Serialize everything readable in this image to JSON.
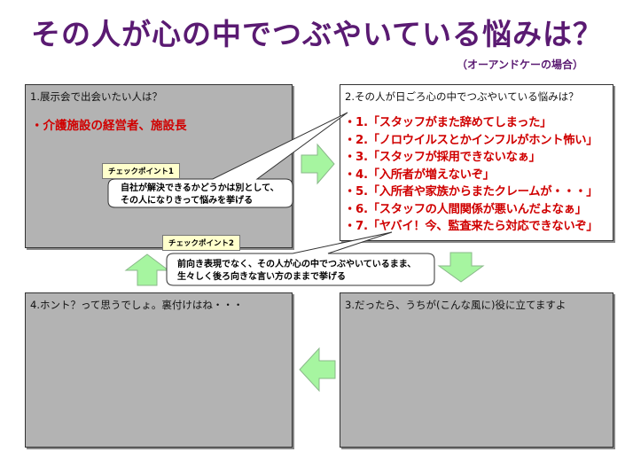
{
  "title": "その人が心の中でつぶやいている悩みは？",
  "subtitle": "（オーアンドケーの場合）",
  "box1": {
    "heading": "1.展示会で出会いたい人は？",
    "item": "・介護施設の経営者、施設長"
  },
  "box2": {
    "heading": "2.その人が日ごろ心の中でつぶやいている悩みは？",
    "items": [
      "・1.「スタッフがまた辞めてしまった」",
      "・2.「ノロウイルスとかインフルがホント怖い」",
      "・3.「スタッフが採用できないなぁ」",
      "・4.「入所者が増えないぞ」",
      "・5.「入所者や家族からまたクレームが・・・」",
      "・6.「スタッフの人間関係が悪いんだよなぁ」",
      "・7.「ヤバイ！今、監査来たら対応できないぞ」"
    ]
  },
  "box3": {
    "heading": "3.だったら、うちが(こんな風に)役に立てますよ"
  },
  "box4": {
    "heading": "4.ホント？って思うでしょ。裏付けはね・・・"
  },
  "checkpoint1": {
    "tag": "チェックポイント1",
    "line1": "自社が解決できるかどうかは別として、",
    "line2": "その人になりきって悩みを挙げる"
  },
  "checkpoint2": {
    "tag": "チェックポイント2",
    "line1": "前向き表現でなく、その人が心の中でつぶやいているまま、",
    "line2": "生々しく後ろ向きな言い方のままで挙げる"
  },
  "colors": {
    "title": "#5a1a72",
    "accent": "#d00000",
    "arrow": "#a6f5a0",
    "panel": "#b3b3b3"
  }
}
